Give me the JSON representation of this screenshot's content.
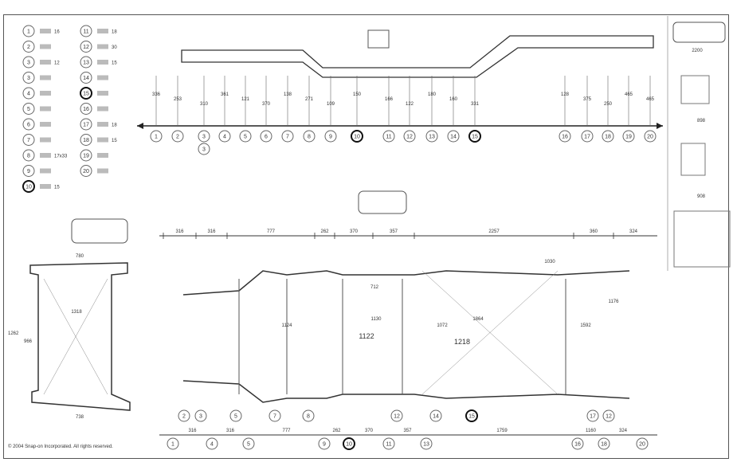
{
  "legend": {
    "left": [
      {
        "n": "1",
        "v": "16"
      },
      {
        "n": "2",
        "v": ""
      },
      {
        "n": "3",
        "v": "12"
      },
      {
        "n": "3",
        "v": ""
      },
      {
        "n": "4",
        "v": ""
      },
      {
        "n": "5",
        "v": ""
      },
      {
        "n": "6",
        "v": ""
      },
      {
        "n": "7",
        "v": ""
      },
      {
        "n": "8",
        "v": "17x33"
      },
      {
        "n": "9",
        "v": ""
      },
      {
        "n": "10",
        "v": "15"
      }
    ],
    "right": [
      {
        "n": "11",
        "v": "18"
      },
      {
        "n": "12",
        "v": "30"
      },
      {
        "n": "13",
        "v": "15"
      },
      {
        "n": "14",
        "v": ""
      },
      {
        "n": "15",
        "v": ""
      },
      {
        "n": "16",
        "v": ""
      },
      {
        "n": "17",
        "v": "18"
      },
      {
        "n": "18",
        "v": "15"
      },
      {
        "n": "19",
        "v": ""
      },
      {
        "n": "20",
        "v": ""
      }
    ]
  },
  "side_view": {
    "callouts": [
      "1",
      "2",
      "3",
      "4",
      "5",
      "6",
      "7",
      "8",
      "9",
      "10",
      "11",
      "12",
      "13",
      "14",
      "15",
      "16",
      "17",
      "18",
      "19",
      "20"
    ],
    "bold": [
      "10",
      "15"
    ],
    "sub_callout": "3",
    "heights": [
      "336",
      "253",
      "310",
      "361",
      "121",
      "370",
      "138",
      "271",
      "109",
      "150",
      "166",
      "122",
      "180",
      "160",
      "331",
      "128",
      "375",
      "250",
      "465",
      "465"
    ]
  },
  "plan_view": {
    "top_dims": [
      "316",
      "316",
      "777",
      "262",
      "370",
      "357",
      "2257",
      "360",
      "324"
    ],
    "bottom_dims": [
      "316",
      "316",
      "777",
      "262",
      "370",
      "357",
      "1759",
      "1160",
      "324"
    ],
    "bottom_callouts": [
      "1",
      "4",
      "5",
      "9",
      "10",
      "11",
      "13",
      "16",
      "18",
      "20"
    ],
    "upper_callouts": [
      "2",
      "3",
      "5",
      "7",
      "8",
      "12",
      "14",
      "15",
      "17",
      "12"
    ],
    "inner_labels": [
      "1122",
      "1218",
      "1864",
      "1130",
      "1124",
      "1072",
      "712",
      "1030",
      "1592",
      "1176"
    ]
  },
  "front_view": {
    "width_top": "780",
    "width_bottom": "738",
    "height": "1262",
    "inner": "966",
    "diag": "1318"
  },
  "right_panel": {
    "dim1": "2200",
    "dim2": "898",
    "dim3": "908"
  },
  "copyright": "© 2004 Snap-on Incorporated. All rights reserved."
}
